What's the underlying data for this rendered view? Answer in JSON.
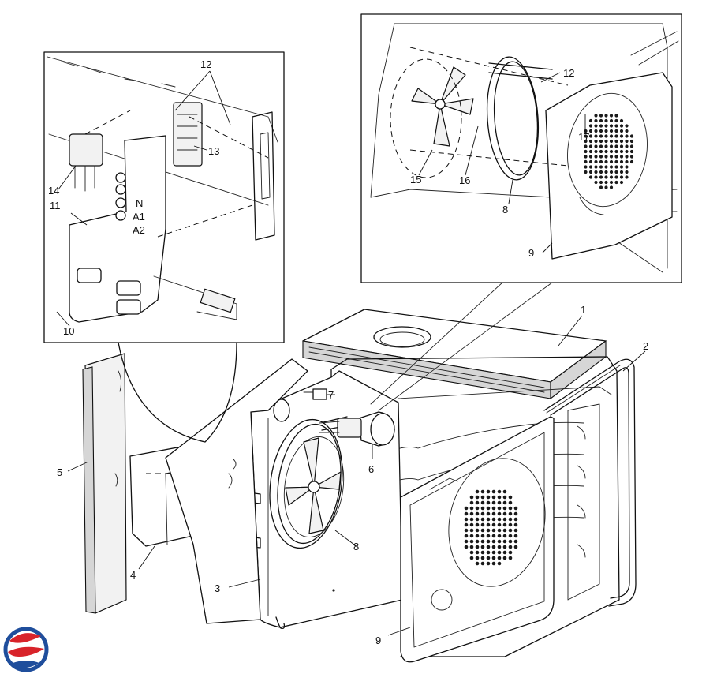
{
  "diagram": {
    "type": "exploded-parts-view",
    "callouts": [
      {
        "id": "c1",
        "label": "1"
      },
      {
        "id": "c2",
        "label": "2"
      },
      {
        "id": "c3",
        "label": "3"
      },
      {
        "id": "c4",
        "label": "4"
      },
      {
        "id": "c5",
        "label": "5"
      },
      {
        "id": "c6",
        "label": "6"
      },
      {
        "id": "c7",
        "label": "7"
      },
      {
        "id": "c8a",
        "label": "8"
      },
      {
        "id": "c8b",
        "label": "8"
      },
      {
        "id": "c9a",
        "label": "9"
      },
      {
        "id": "c9b",
        "label": "9"
      },
      {
        "id": "c10",
        "label": "10"
      },
      {
        "id": "c11",
        "label": "11"
      },
      {
        "id": "c12a",
        "label": "12"
      },
      {
        "id": "c12b",
        "label": "12"
      },
      {
        "id": "c13",
        "label": "13"
      },
      {
        "id": "c14",
        "label": "14"
      },
      {
        "id": "c15",
        "label": "15"
      },
      {
        "id": "c16",
        "label": "16"
      },
      {
        "id": "c17",
        "label": "17"
      }
    ],
    "terminal_marks": [
      "N",
      "A1",
      "A2"
    ]
  },
  "colors": {
    "line": "#111111",
    "logo_red": "#d8232a",
    "logo_blue": "#1f4e9c"
  },
  "icons": [
    "brand-logo-icon"
  ]
}
